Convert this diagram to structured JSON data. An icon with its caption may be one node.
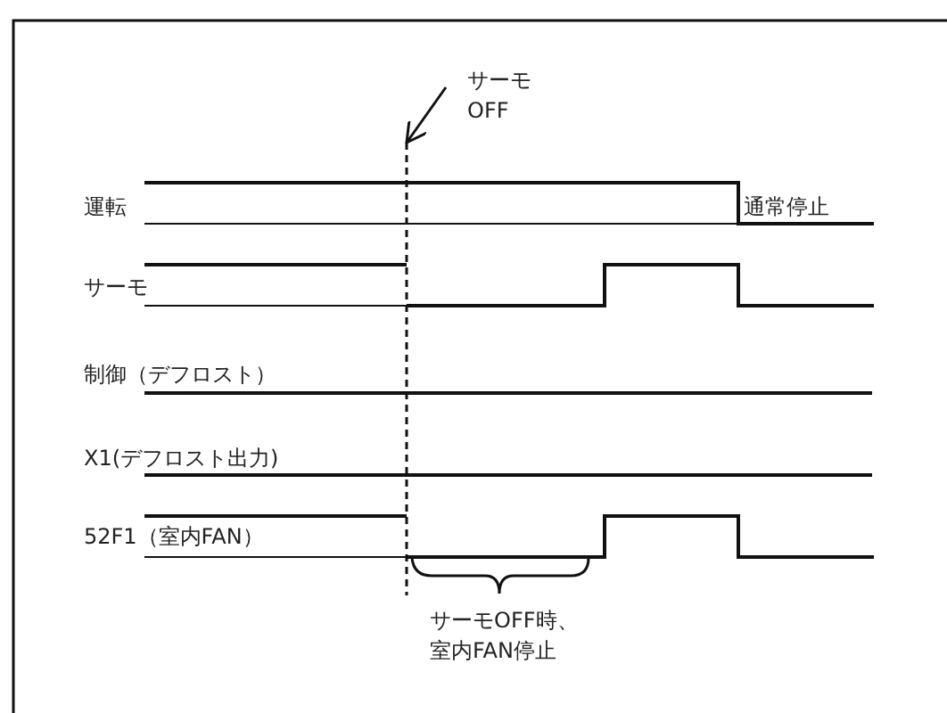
{
  "diagram": {
    "nodes": [
      {
        "text": [
          "サーモ OFF"
        ]
      },
      {
        "text": [],
        "shape": "line"
      }
    ],
    "edges": [
      {
        "from": 0,
        "to": 1,
        "arrow": "to"
      }
    ],
    "labels": [
      "運転",
      "通常停止",
      "サーモ",
      "制御（デフロスト）",
      "X1(デフロスト出力)",
      "52F1（室内FAN）",
      "サーモOFF時、室内FAN停止"
    ]
  }
}
